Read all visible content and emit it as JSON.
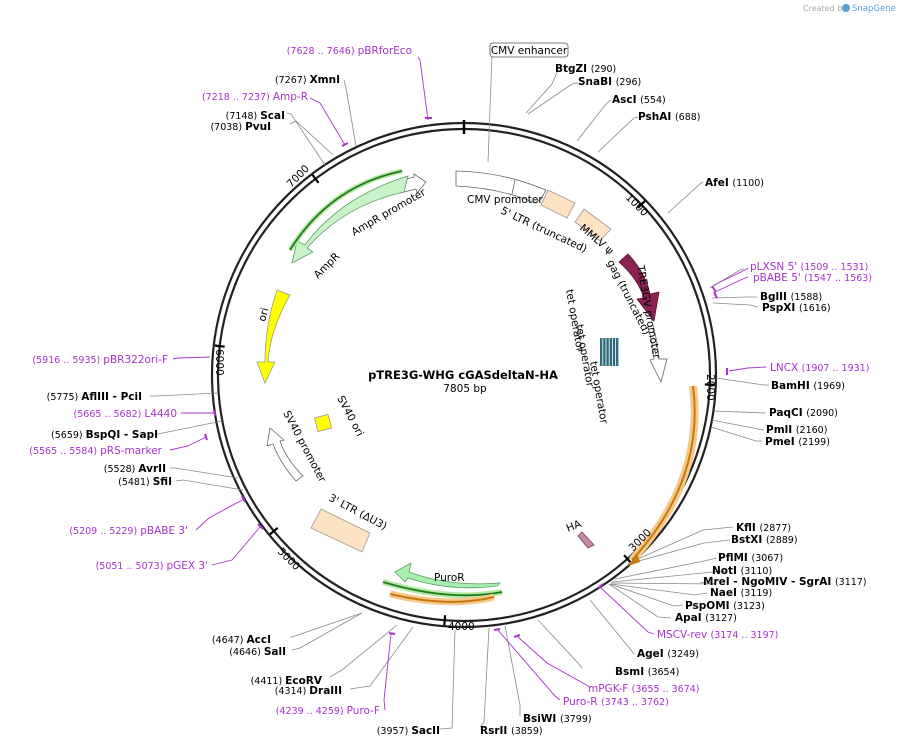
{
  "watermark": {
    "prefix": "Created by",
    "brand": "SnapGene"
  },
  "plasmid": {
    "name": "pTRE3G-WHG cGASdeltaN-HA",
    "length": "7805 bp"
  },
  "colors": {
    "enzyme_text": "#000000",
    "primer_text": "#a533cc",
    "backbone": "#222222",
    "orange_feature": "#f5b041",
    "green_feature": "#a8eeb0",
    "purple_feature": "#8b2252",
    "yellow_feature": "#ffff00"
  },
  "tick_labels": [
    "1000",
    "2000",
    "3000",
    "4000",
    "5000",
    "6000",
    "7000"
  ],
  "enzyme_labels": [
    {
      "name": "BtgZI",
      "pos": "(290)"
    },
    {
      "name": "SnaBI",
      "pos": "(296)"
    },
    {
      "name": "AscI",
      "pos": "(554)"
    },
    {
      "name": "PshAI",
      "pos": "(688)"
    },
    {
      "name": "AfeI",
      "pos": "(1100)"
    },
    {
      "name": "BglII",
      "pos": "(1588)"
    },
    {
      "name": "PspXI",
      "pos": "(1616)"
    },
    {
      "name": "BamHI",
      "pos": "(1969)"
    },
    {
      "name": "PaqCI",
      "pos": "(2090)"
    },
    {
      "name": "PmlI",
      "pos": "(2160)"
    },
    {
      "name": "PmeI",
      "pos": "(2199)"
    },
    {
      "name": "KflI",
      "pos": "(2877)"
    },
    {
      "name": "BstXI",
      "pos": "(2889)"
    },
    {
      "name": "PflMI",
      "pos": "(3067)"
    },
    {
      "name": "NotI",
      "pos": "(3110)"
    },
    {
      "name": "MreI - NgoMIV - SgrAI",
      "pos": "(3117)"
    },
    {
      "name": "NaeI",
      "pos": "(3119)"
    },
    {
      "name": "PspOMI",
      "pos": "(3123)"
    },
    {
      "name": "ApaI",
      "pos": "(3127)"
    },
    {
      "name": "AgeI",
      "pos": "(3249)"
    },
    {
      "name": "BsmI",
      "pos": "(3654)"
    },
    {
      "name": "BsiWI",
      "pos": "(3799)"
    },
    {
      "name": "RsrII",
      "pos": "(3859)"
    },
    {
      "name": "SacII",
      "pos": "(3957)"
    },
    {
      "name": "DraIII",
      "pos": "(4314)"
    },
    {
      "name": "EcoRV",
      "pos": "(4411)"
    },
    {
      "name": "SalI",
      "pos": "(4646)"
    },
    {
      "name": "AccI",
      "pos": "(4647)"
    },
    {
      "name": "SfiI",
      "pos": "(5481)"
    },
    {
      "name": "AvrII",
      "pos": "(5528)"
    },
    {
      "name": "BspQI - SapI",
      "pos": "(5659)"
    },
    {
      "name": "AflIII - PciI",
      "pos": "(5775)"
    },
    {
      "name": "PvuI",
      "pos": "(7038)"
    },
    {
      "name": "ScaI",
      "pos": "(7148)"
    },
    {
      "name": "XmnI",
      "pos": "(7267)"
    }
  ],
  "primer_labels": [
    {
      "name": "pBRforEco",
      "range": "(7628 .. 7646)"
    },
    {
      "name": "Amp-R",
      "range": "(7218 .. 7237)"
    },
    {
      "name": "pLXSN 5'",
      "range": "(1509 .. 1531)"
    },
    {
      "name": "pBABE 5'",
      "range": "(1547 .. 1563)"
    },
    {
      "name": "LNCX",
      "range": "(1907 .. 1931)"
    },
    {
      "name": "MSCV-rev",
      "range": "(3174 .. 3197)"
    },
    {
      "name": "mPGK-F",
      "range": "(3655 .. 3674)"
    },
    {
      "name": "Puro-R",
      "range": "(3743 .. 3762)"
    },
    {
      "name": "Puro-F",
      "range": "(4239 .. 4259)"
    },
    {
      "name": "pGEX 3'",
      "range": "(5051 .. 5073)"
    },
    {
      "name": "pBABE 3'",
      "range": "(5209 .. 5229)"
    },
    {
      "name": "pRS-marker",
      "range": "(5565 .. 5584)"
    },
    {
      "name": "L4440",
      "range": "(5665 .. 5682)"
    },
    {
      "name": "pBR322ori-F",
      "range": "(5916 .. 5935)"
    }
  ],
  "feature_labels": {
    "cmv_enhancer": "CMV enhancer",
    "cmv_promoter": "CMV promoter",
    "ltr5": "5' LTR (truncated)",
    "mmlv_psi": "MMLV ψ",
    "gag": "gag (truncated)",
    "tre3gv": "TRE3GV promoter",
    "tet_op1": "tet operator",
    "tet_op2": "tet operator",
    "tet_op3": "tet operator",
    "ha": "HA",
    "puror": "PuroR",
    "ltr3": "3' LTR (ΔU3)",
    "sv40_promoter": "SV40 promoter",
    "sv40_ori": "SV40 ori",
    "ori": "ori",
    "ampr": "AmpR",
    "ampr_promoter": "AmpR promoter"
  }
}
